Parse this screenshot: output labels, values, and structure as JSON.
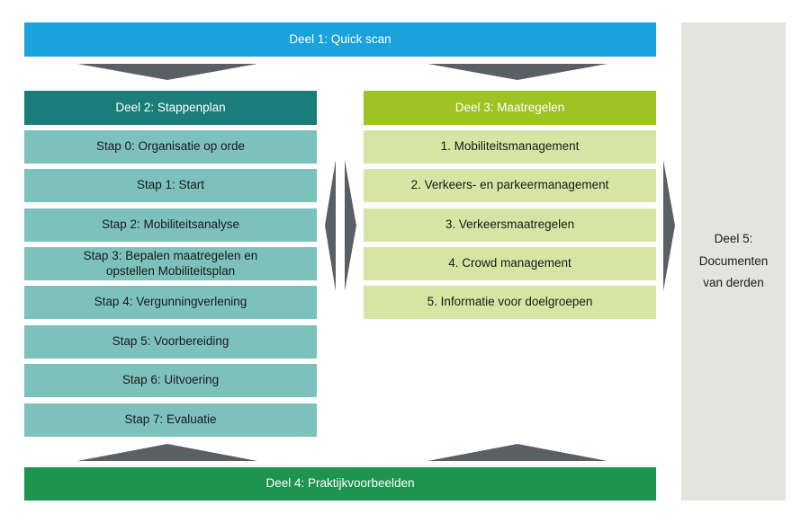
{
  "deel1": {
    "label": "Deel 1: Quick scan"
  },
  "deel2": {
    "header": "Deel 2: Stappenplan",
    "steps": [
      "Stap 0: Organisatie op orde",
      "Stap 1: Start",
      "Stap 2: Mobiliteitsanalyse",
      [
        "Stap 3: Bepalen maatregelen en",
        "opstellen Mobiliteitsplan"
      ],
      "Stap 4: Vergunningverlening",
      "Stap 5: Voorbereiding",
      "Stap 6: Uitvoering",
      "Stap 7: Evaluatie"
    ]
  },
  "deel3": {
    "header": "Deel 3: Maatregelen",
    "items": [
      "1. Mobiliteitsmanagement",
      "2. Verkeers- en parkeermanagement",
      "3. Verkeersmaatregelen",
      "4. Crowd management",
      "5. Informatie voor doelgroepen"
    ]
  },
  "deel4": {
    "label": "Deel 4: Praktijkvoorbeelden"
  },
  "deel5": {
    "lines": [
      "Deel 5:",
      "Documenten",
      "van derden"
    ]
  },
  "colors": {
    "deel1": "#1aa2dc",
    "deel2_header": "#1b7d7a",
    "deel2_step": "#7dc1bd",
    "deel3_header": "#9ec323",
    "deel3_item": "#d6e5a3",
    "deel4": "#1d9450",
    "deel5": "#e4e4df",
    "arrow": "#5a5f63"
  }
}
